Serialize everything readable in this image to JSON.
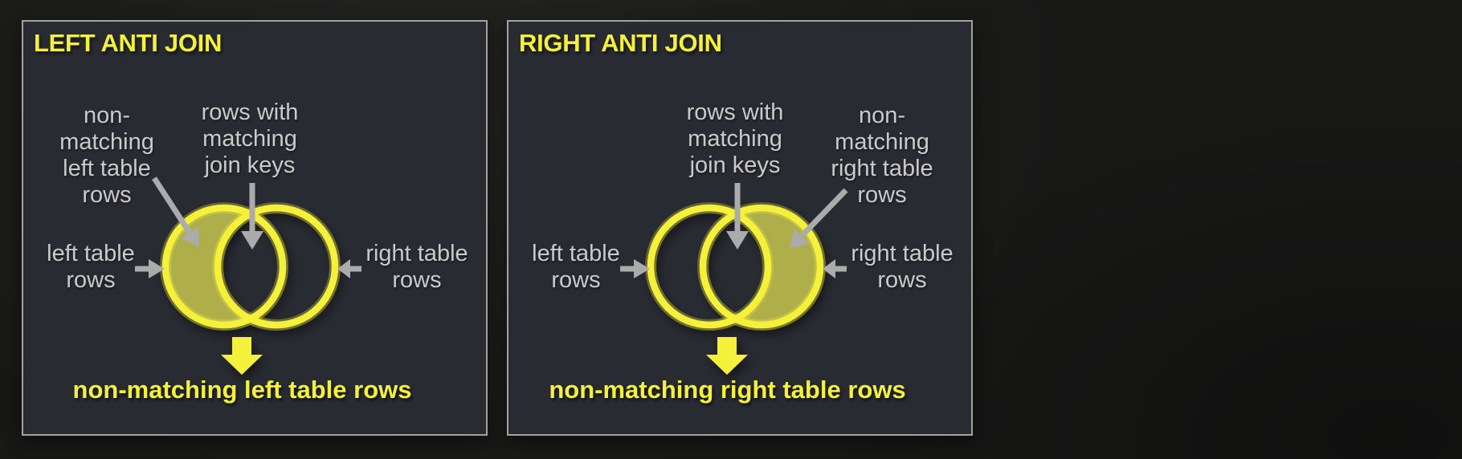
{
  "colors": {
    "background": "#181817",
    "panel_bg": "#292b32",
    "border_gray": "#a5a29d",
    "accent_yellow": "#f5f13a",
    "fill_olive": "#aeae4b",
    "label_gray": "#cacaca",
    "arrow_gray": "#ababab"
  },
  "panels": [
    {
      "title": "LEFT ANTI JOIN",
      "caption": "non-matching left table rows",
      "venn": {
        "filled_side": "left",
        "left_circle_meaning": "left table rows",
        "right_circle_meaning": "right table rows",
        "intersection_meaning": "rows with matching join keys"
      },
      "labels": {
        "non_matching": [
          "non-",
          "matching",
          "left table",
          "rows"
        ],
        "matching_keys": [
          "rows with",
          "matching",
          "join keys"
        ],
        "left_table": [
          "left table",
          "rows"
        ],
        "right_table": [
          "right table",
          "rows"
        ]
      }
    },
    {
      "title": "RIGHT ANTI JOIN",
      "caption": "non-matching right table rows",
      "venn": {
        "filled_side": "right",
        "left_circle_meaning": "left table rows",
        "right_circle_meaning": "right table rows",
        "intersection_meaning": "rows with matching join keys"
      },
      "labels": {
        "non_matching": [
          "non-",
          "matching",
          "right table",
          "rows"
        ],
        "matching_keys": [
          "rows with",
          "matching",
          "join keys"
        ],
        "left_table": [
          "left table",
          "rows"
        ],
        "right_table": [
          "right table",
          "rows"
        ]
      }
    }
  ]
}
